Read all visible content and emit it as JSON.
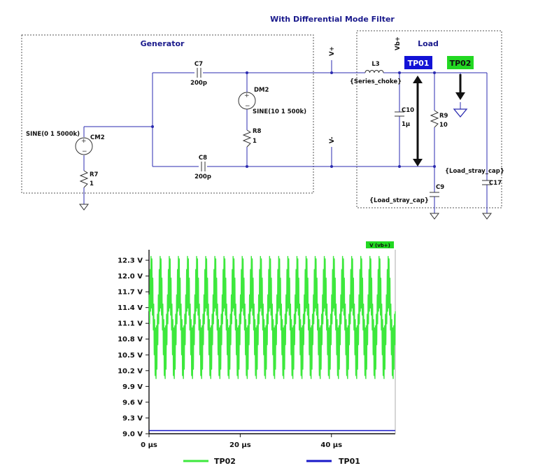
{
  "diagram": {
    "title": "With Differential Mode Filter",
    "generator": {
      "label": "Generator",
      "cm_source": {
        "name": "CM2",
        "value": "SINE(0 1 5000k)"
      },
      "dm_source": {
        "name": "DM2",
        "value": "SINE(10 1 500k)"
      },
      "r7": {
        "name": "R7",
        "value": "1"
      },
      "r8": {
        "name": "R8",
        "value": "1"
      },
      "c7": {
        "name": "C7",
        "value": "200p"
      },
      "c8": {
        "name": "C8",
        "value": "200p"
      }
    },
    "load": {
      "label": "Load",
      "l3": {
        "name": "L3",
        "value": "{Series_choke}"
      },
      "c10": {
        "name": "C10",
        "value": "1µ"
      },
      "r9": {
        "name": "R9",
        "value": "10"
      },
      "c9": {
        "name": "C9",
        "value": "{Load_stray_cap}"
      },
      "c17": {
        "name": "C17",
        "value": "{Load_stray_cap}"
      }
    },
    "nets": {
      "vplus": "V+",
      "vminus": "V-",
      "vbplus": "Vb+"
    },
    "probes": {
      "tp01": {
        "label": "TP01",
        "color": "#1212d6"
      },
      "tp02": {
        "label": "TP02",
        "color": "#22d822"
      }
    }
  },
  "chart_data": {
    "type": "line",
    "trace_tag": "V (vb+)",
    "xlabel": "",
    "ylabel": "",
    "xlim": [
      0,
      54
    ],
    "ylim": [
      9.0,
      12.5
    ],
    "x_ticks": [
      "0 µs",
      "20 µs",
      "40 µs"
    ],
    "x_tick_values": [
      0,
      20,
      40
    ],
    "y_ticks": [
      "12.3 V",
      "12.0 V",
      "11.7 V",
      "11.4 V",
      "11.1 V",
      "10.8 V",
      "10.5 V",
      "10.2 V",
      "9.9 V",
      "9.6 V",
      "9.3 V",
      "9.0 V"
    ],
    "y_tick_values": [
      12.3,
      12.0,
      11.7,
      11.4,
      11.1,
      10.8,
      10.5,
      10.2,
      9.9,
      9.6,
      9.3,
      9.0
    ],
    "grid": false,
    "legend_position": "bottom",
    "series": [
      {
        "name": "TP02",
        "color": "#3de83d",
        "shape": "oscillation",
        "dm_freq_mhz": 0.5,
        "cm_freq_mhz": 5,
        "center_v": 11.2,
        "min_v": 10.05,
        "max_v": 12.38
      },
      {
        "name": "TP01",
        "color": "#1818c8",
        "shape": "flat",
        "x": [
          0,
          54
        ],
        "y": [
          9.06,
          9.06
        ]
      }
    ]
  }
}
